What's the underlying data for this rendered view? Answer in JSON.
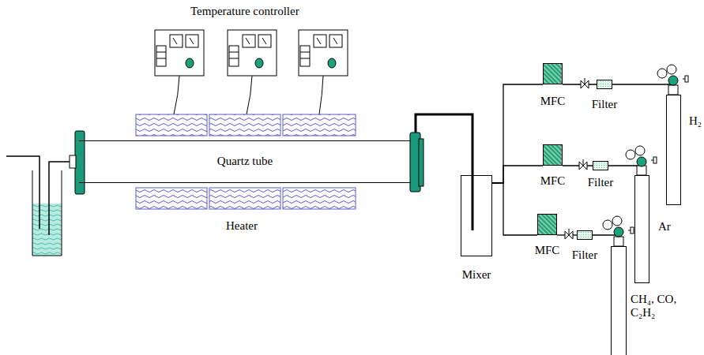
{
  "diagram": {
    "nodes": [
      {
        "text": [
          "Quartz tube"
        ]
      },
      {
        "text": [
          "Mixer"
        ]
      },
      {
        "text": [
          "MFC"
        ]
      },
      {
        "text": [
          "MFC"
        ]
      },
      {
        "text": [
          "MFC"
        ]
      },
      {
        "text": [
          "Filter"
        ]
      },
      {
        "text": [
          "Filter"
        ]
      },
      {
        "text": [
          "Filter"
        ]
      },
      {
        "text": [
          "H₂"
        ]
      },
      {
        "text": [
          "Ar"
        ]
      },
      {
        "text": [
          "CH₄, CO, C₂H₂"
        ]
      }
    ],
    "edges": [
      {
        "from": 1,
        "to": 0,
        "arrow": "none"
      },
      {
        "from": 2,
        "to": 1,
        "arrow": "none"
      },
      {
        "from": 3,
        "to": 1,
        "arrow": "none"
      },
      {
        "from": 4,
        "to": 1,
        "arrow": "none"
      },
      {
        "from": 5,
        "to": 2,
        "arrow": "none"
      },
      {
        "from": 6,
        "to": 3,
        "arrow": "none"
      },
      {
        "from": 7,
        "to": 4,
        "arrow": "none"
      },
      {
        "from": 8,
        "to": 5,
        "arrow": "none"
      },
      {
        "from": 9,
        "to": 6,
        "arrow": "none"
      },
      {
        "from": 10,
        "to": 7,
        "arrow": "none"
      }
    ],
    "labels": [
      "Temperature controller",
      "Heater"
    ]
  }
}
